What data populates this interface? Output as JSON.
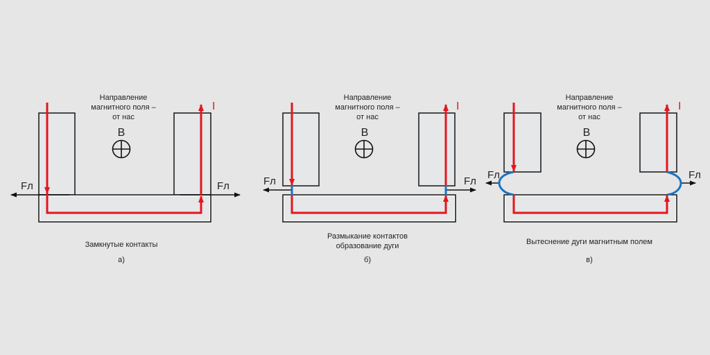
{
  "colors": {
    "background": "#e6e6e6",
    "current": "#e3161d",
    "arc": "#1a73c2",
    "block": "#e6e7e9",
    "outline": "#222222"
  },
  "panels": [
    {
      "id": "a",
      "field_text": [
        "Направление",
        "магнитного поля –",
        "от нас"
      ],
      "field_symbol": "B",
      "current_label": "I",
      "force_left": "Fл",
      "force_right": "Fл",
      "caption": [
        "Замкнутые контакты"
      ],
      "letter": "а)",
      "state": "closed"
    },
    {
      "id": "b",
      "field_text": [
        "Направление",
        "магнитного поля –",
        "от нас"
      ],
      "field_symbol": "B",
      "current_label": "I",
      "force_left": "Fл",
      "force_right": "Fл",
      "caption": [
        "Размыкание контактов",
        "образование дуги"
      ],
      "letter": "б)",
      "state": "opening"
    },
    {
      "id": "c",
      "field_text": [
        "Направление",
        "магнитного поля –",
        "от нас"
      ],
      "field_symbol": "B",
      "current_label": "I",
      "force_left": "Fл",
      "force_right": "Fл",
      "caption": [
        "Вытеснение дуги магнитным полем"
      ],
      "letter": "в)",
      "state": "arc-displaced"
    }
  ]
}
